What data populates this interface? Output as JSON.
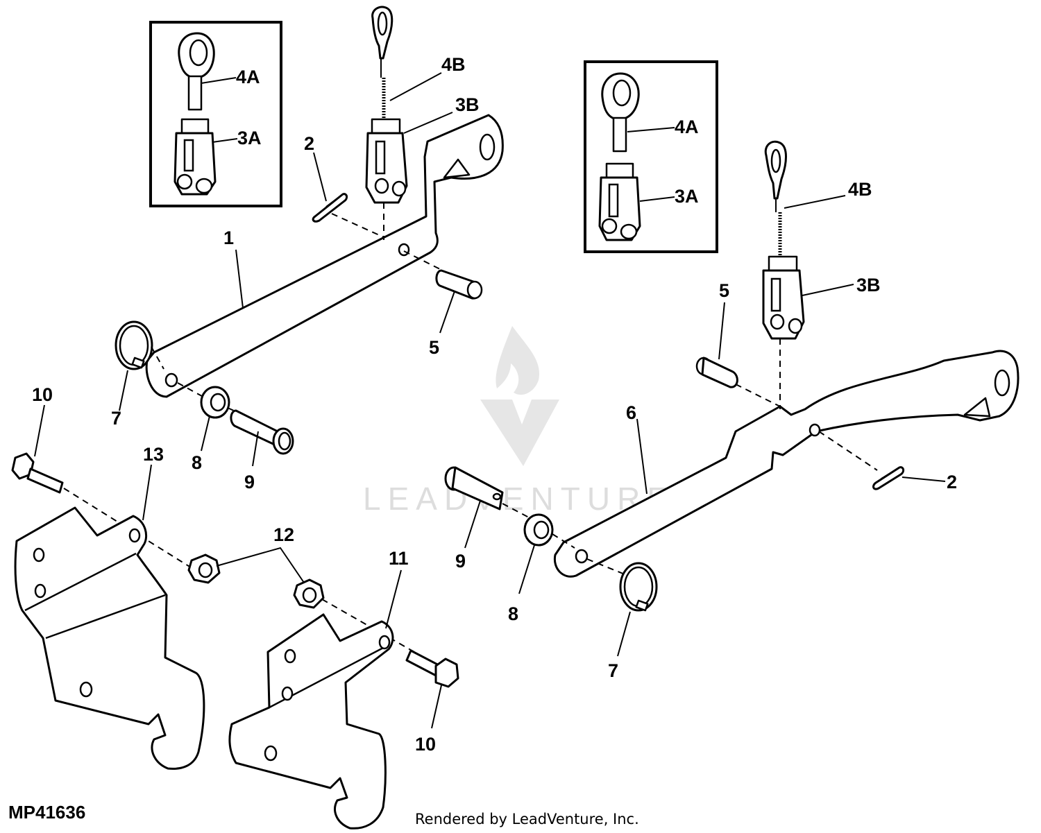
{
  "figure": {
    "id": "MP41636",
    "credit": "Rendered by LeadVenture, Inc.",
    "watermark": "LEADVENTURE"
  },
  "callouts": {
    "c1": "1",
    "c2_left": "2",
    "c2_right": "2",
    "c3A_left": "3A",
    "c3B_left": "3B",
    "c4A_left": "4A",
    "c4B_left": "4B",
    "c3A_right": "3A",
    "c3B_right": "3B",
    "c4A_right": "4A",
    "c4B_right": "4B",
    "c5_left": "5",
    "c5_right": "5",
    "c6": "6",
    "c7_left": "7",
    "c7_right": "7",
    "c8_left": "8",
    "c8_right": "8",
    "c9_left": "9",
    "c9_right": "9",
    "c10_left": "10",
    "c10_right": "10",
    "c11": "11",
    "c12": "12",
    "c13": "13"
  }
}
